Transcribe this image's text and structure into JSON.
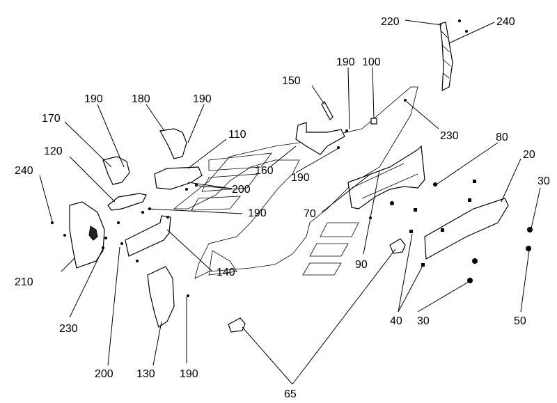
{
  "callouts": [
    "220",
    "240",
    "190",
    "100",
    "150",
    "230",
    "190",
    "180",
    "190",
    "170",
    "110",
    "120",
    "240",
    "160",
    "190",
    "80",
    "20",
    "200",
    "30",
    "190",
    "70",
    "210",
    "140",
    "90",
    "230",
    "40",
    "30",
    "50",
    "200",
    "130",
    "190",
    "65"
  ]
}
